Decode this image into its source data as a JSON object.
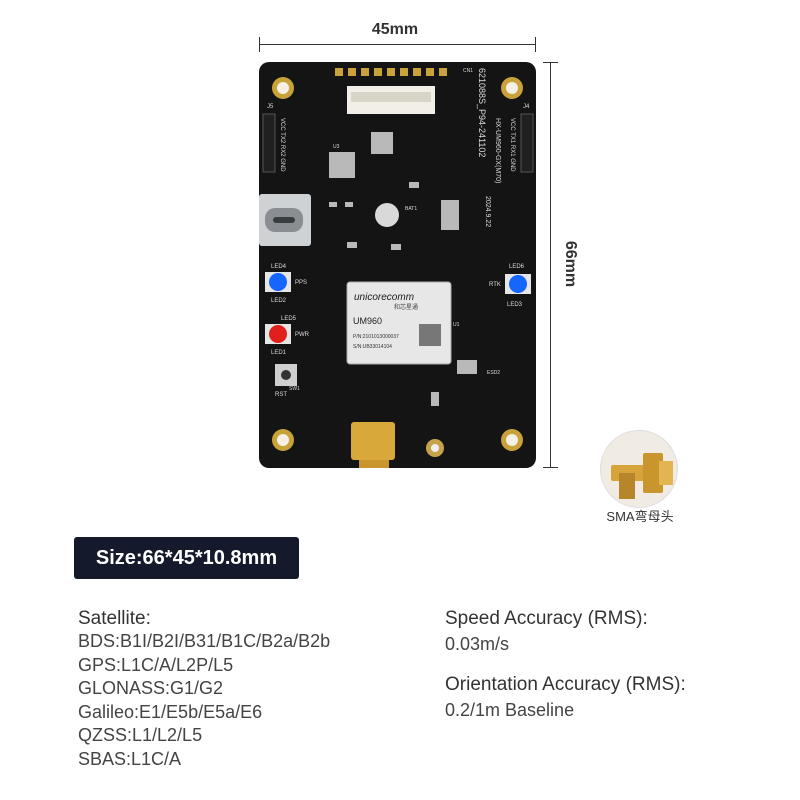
{
  "dimensions": {
    "width_label": "45mm",
    "height_label": "66mm"
  },
  "board": {
    "silkscreen": {
      "top_text": "621088S_P94-241102",
      "model_text": "HX-UM960-GX(M70)",
      "date_text": "2024.9.22",
      "module_brand": "unicorecomm",
      "module_brand_cn": "和芯星通",
      "module_name": "UM960",
      "module_pn": "P/N:2101013000037",
      "module_sn": "S/N:UB33014104",
      "led4": "LED4",
      "pps": "PPS",
      "led2": "LED2",
      "led5": "LED5",
      "pwr": "PWR",
      "led1": "LED1",
      "led6": "LED6",
      "rtk": "RTK",
      "led3": "LED3",
      "rst": "RST",
      "sw1": "SW1",
      "j5": "J5",
      "j5_pins": "VCC TX2 RX2 GND",
      "j4": "J4",
      "j4_pins": "VCC TX1 RX1 GND",
      "bat1": "BAT1",
      "u3": "U3",
      "u1": "U1",
      "cn1": "CN1",
      "esd2": "ESD2"
    }
  },
  "inset": {
    "label": "SMA弯母头"
  },
  "size_badge": "Size:66*45*10.8mm",
  "specs_left": {
    "heading": "Satellite:",
    "lines": [
      "BDS:B1I/B2I/B31/B1C/B2a/B2b",
      "GPS:L1C/A/L2P/L5",
      "GLONASS:G1/G2",
      "Galileo:E1/E5b/E5a/E6",
      "QZSS:L1/L2/L5",
      "SBAS:L1C/A"
    ]
  },
  "specs_right": [
    {
      "heading": "Speed Accuracy (RMS):",
      "value": "0.03m/s"
    },
    {
      "heading": "Orientation Accuracy (RMS):",
      "value": "0.2/1m Baseline"
    }
  ],
  "colors": {
    "pcb": "#141414",
    "gold": "#c9a23a",
    "badge": "#141a2c",
    "led_blue": "#1565ff",
    "led_red": "#e0201c"
  }
}
